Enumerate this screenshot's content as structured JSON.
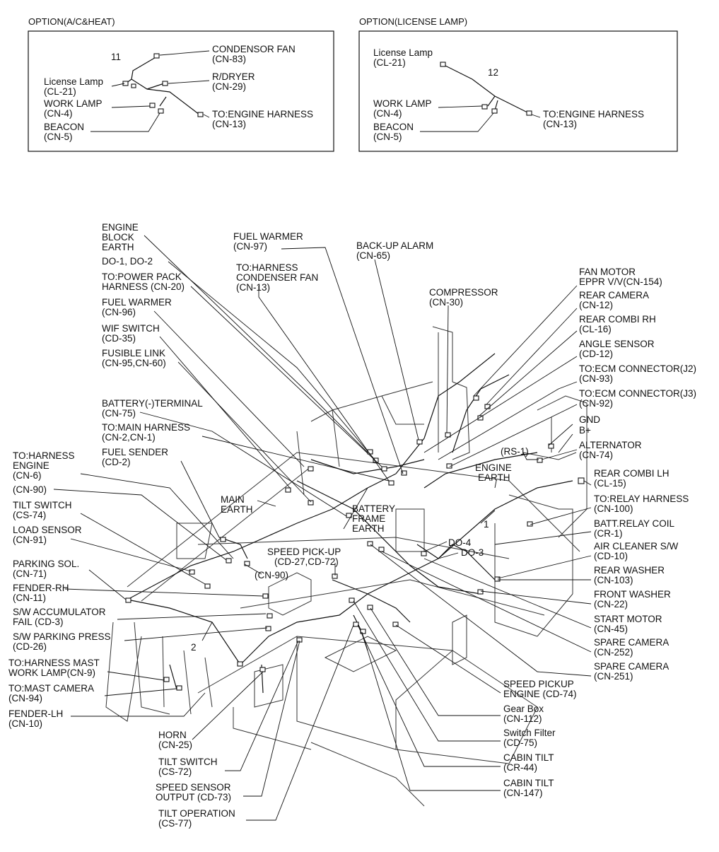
{
  "option_ac": {
    "title": "OPTION(A/C&HEAT)",
    "harness_no": "11",
    "condensor_fan": [
      "CONDENSOR FAN",
      "(CN-83)"
    ],
    "r_dryer": [
      "R/DRYER",
      "(CN-29)"
    ],
    "license_lamp": [
      "License Lamp",
      "(CL-21)"
    ],
    "work_lamp": [
      "WORK LAMP",
      "(CN-4)"
    ],
    "beacon": [
      "BEACON",
      "(CN-5)"
    ],
    "engine_harness": [
      "TO:ENGINE HARNESS",
      "(CN-13)"
    ]
  },
  "option_license": {
    "title": "OPTION(LICENSE LAMP)",
    "harness_no": "12",
    "license_lamp": [
      "License Lamp",
      "(CL-21)"
    ],
    "work_lamp": [
      "WORK LAMP",
      "(CN-4)"
    ],
    "beacon": [
      "BEACON",
      "(CN-5)"
    ],
    "engine_harness": [
      "TO:ENGINE HARNESS",
      "(CN-13)"
    ]
  },
  "main": {
    "harness_1": "1",
    "harness_2": "2",
    "left_labels": [
      [
        "ENGINE",
        "BLOCK",
        "EARTH"
      ],
      [
        "DO-1, DO-2"
      ],
      [
        "TO:POWER PACK",
        "HARNESS (CN-20)"
      ],
      [
        "FUEL WARMER",
        "(CN-96)"
      ],
      [
        "WIF SWITCH",
        "(CD-35)"
      ],
      [
        "FUSIBLE LINK",
        "(CN-95,CN-60)"
      ],
      [
        "BATTERY(-)TERMINAL",
        "(CN-75)"
      ],
      [
        "TO:MAIN HARNESS",
        "(CN-2,CN-1)"
      ],
      [
        "FUEL SENDER",
        "(CD-2)"
      ],
      [
        "TO:HARNESS",
        "ENGINE",
        "(CN-6)"
      ],
      [
        "(CN-90)"
      ],
      [
        "TILT SWITCH",
        "(CS-74)"
      ],
      [
        "LOAD SENSOR",
        "(CN-91)"
      ],
      [
        "PARKING SOL.",
        "(CN-71)"
      ],
      [
        "FENDER-RH",
        "(CN-11)"
      ],
      [
        "S/W ACCUMULATOR",
        "FAIL (CD-3)"
      ],
      [
        "S/W PARKING PRESS",
        "(CD-26)"
      ],
      [
        "TO:HARNESS MAST",
        "WORK LAMP(CN-9)"
      ],
      [
        "TO:MAST CAMERA",
        "(CN-94)"
      ],
      [
        "FENDER-LH",
        "(CN-10)"
      ]
    ],
    "top_labels": [
      [
        "FUEL WARMER",
        "(CN-97)"
      ],
      [
        "TO:HARNESS",
        "CONDENSER FAN",
        "(CN-13)"
      ],
      [
        "BACK-UP ALARM",
        "(CN-65)"
      ],
      [
        "COMPRESSOR",
        "(CN-30)"
      ]
    ],
    "right_labels": [
      [
        "FAN MOTOR",
        "EPPR V/V(CN-154)"
      ],
      [
        "REAR CAMERA",
        "(CN-12)"
      ],
      [
        "REAR COMBI RH",
        "(CL-16)"
      ],
      [
        "ANGLE SENSOR",
        "(CD-12)"
      ],
      [
        "TO:ECM CONNECTOR(J2)",
        "(CN-93)"
      ],
      [
        "TO:ECM CONNECTOR(J3)",
        "(CN-92)"
      ],
      [
        "GND"
      ],
      [
        "B+"
      ],
      [
        "ALTERNATOR",
        "(CN-74)"
      ],
      [
        "REAR COMBI LH",
        "(CL-15)"
      ],
      [
        "TO:RELAY HARNESS",
        "(CN-100)"
      ],
      [
        "BATT.RELAY COIL",
        "(CR-1)"
      ],
      [
        "AIR CLEANER S/W",
        "(CD-10)"
      ],
      [
        "REAR WASHER",
        "(CN-103)"
      ],
      [
        "FRONT WASHER",
        "(CN-22)"
      ],
      [
        "START MOTOR",
        "(CN-45)"
      ],
      [
        "SPARE CAMERA",
        "(CN-252)"
      ],
      [
        "SPARE CAMERA",
        "(CN-251)"
      ],
      [
        "SPEED PICKUP",
        "ENGINE (CD-74)"
      ],
      [
        "Gear Box",
        "(CN-112)"
      ],
      [
        "Switch Filter",
        "(CD-75)"
      ],
      [
        "CABIN TILT",
        "(CR-44)"
      ],
      [
        "CABIN TILT",
        "(CN-147)"
      ]
    ],
    "bottom_labels": [
      [
        "HORN",
        "(CN-25)"
      ],
      [
        "TILT SWITCH",
        "(CS-72)"
      ],
      [
        "SPEED SENSOR",
        "OUTPUT (CD-73)"
      ],
      [
        "TILT OPERATION",
        "(CS-77)"
      ]
    ],
    "inner_labels": {
      "main_earth": [
        "MAIN",
        "EARTH"
      ],
      "engine_earth": [
        "ENGINE",
        "EARTH"
      ],
      "battery_frame_earth": [
        "BATTERY",
        "FRAME",
        "EARTH"
      ],
      "speed_pickup": [
        "SPEED PICK-UP",
        "(CD-27,CD-72)"
      ],
      "cn90": "(CN-90)",
      "rs1": "(RS-1)",
      "do4": "DO-4",
      "do3": "DO-3"
    }
  }
}
